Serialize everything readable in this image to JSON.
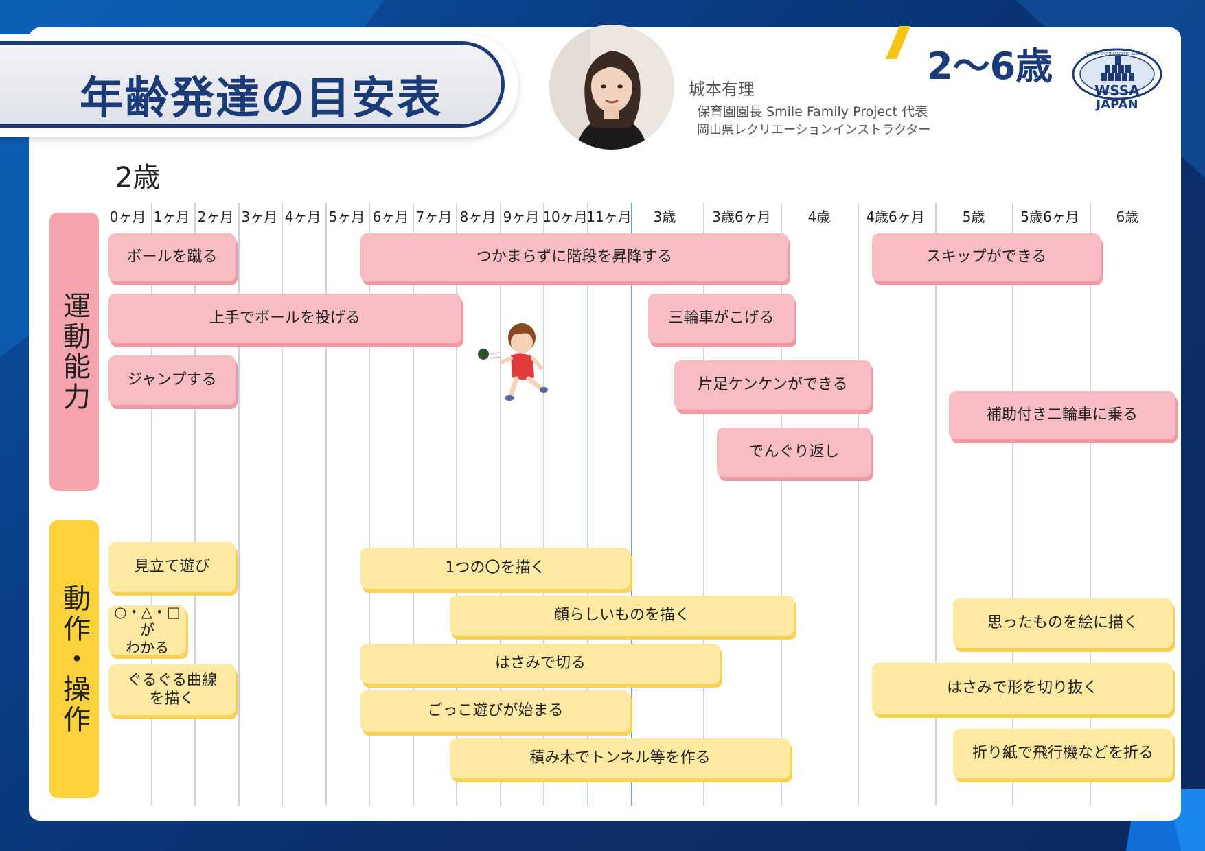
{
  "header": {
    "title": "年齢発達の目安表",
    "age_range": "2〜6歳",
    "section_year": "2歳"
  },
  "author": {
    "name": "城本有理",
    "role_line1": "保育園園長  Smile Family Project 代表",
    "role_line2": "岡山県レクリエーションインストラクター"
  },
  "logo": {
    "ring_text": "WORLD SPORT STACKING ASSOCIATION",
    "line1": "WSSA",
    "line2": "JAPAN"
  },
  "columns": [
    "0ヶ月",
    "1ヶ月",
    "2ヶ月",
    "3ヶ月",
    "4ヶ月",
    "5ヶ月",
    "6ヶ月",
    "7ヶ月",
    "8ヶ月",
    "9ヶ月",
    "10ヶ月",
    "11ヶ月",
    "3歳",
    "3歳6ヶ月",
    "4歳",
    "4歳6ヶ月",
    "5歳",
    "5歳6ヶ月",
    "6歳"
  ],
  "categories": {
    "motor": "運動能力",
    "action": "動作・操作"
  },
  "motor_bars": [
    "ボールを蹴る",
    "つかまらずに階段を昇降する",
    "スキップができる",
    "上手でボールを投げる",
    "三輪車がこげる",
    "ジャンプする",
    "片足ケンケンができる",
    "補助付き二輪車に乗る",
    "でんぐり返し"
  ],
  "action_bars": [
    "見立て遊び",
    "1つの〇を描く",
    "顔らしいものを描く",
    "思ったものを絵に描く",
    "○・△・□が\nわかる",
    "ぐるぐる曲線\nを描く",
    "はさみで切る",
    "はさみで形を切り抜く",
    "ごっこ遊びが始まる",
    "積み木でトンネル等を作る",
    "折り紙で飛行機などを折る"
  ],
  "colors": {
    "navy": "#1b3a78",
    "pink": "#f8bcc3",
    "pink_side": "#f5a3ad",
    "yellow": "#fde9a2",
    "yellow_side": "#fcd23c"
  }
}
